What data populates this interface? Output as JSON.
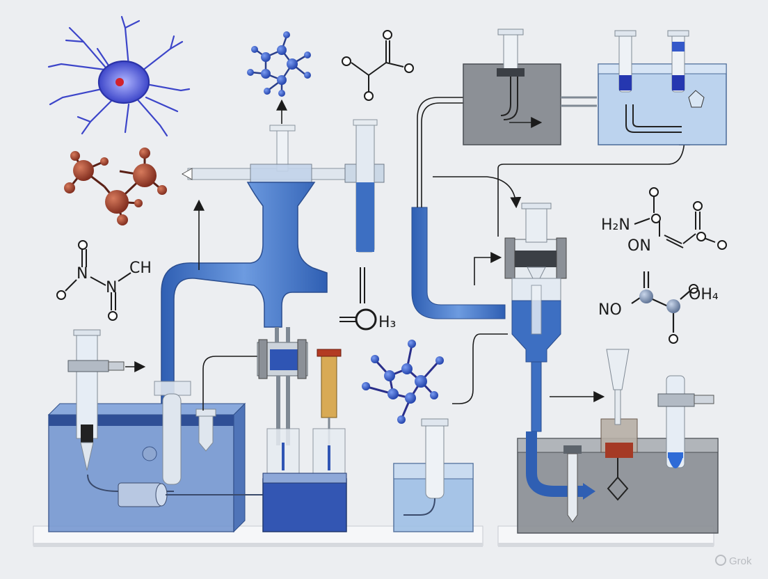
{
  "labels": {
    "formula_n2o_ch": "CH",
    "formula_n_upper": "N",
    "formula_n_lower": "N",
    "formula_ring_h3": "H₃",
    "formula_h2n": "H₂N",
    "formula_on": "ON",
    "formula_no": "NO",
    "formula_oh4": "OH₄",
    "watermark": "Grok"
  },
  "colors": {
    "background": "#eceef1",
    "liquid_blue": "#3d6fc2",
    "liquid_light": "#bcd3ee",
    "tank_gray": "#7c7f84",
    "molecule_red": "#a03d2a",
    "molecule_blue": "#2f56c9",
    "neuron_purple": "#3c45c9",
    "outline": "#2a2a2a"
  },
  "icons": [
    "neuron-icon",
    "molecule-icon",
    "syringe-icon",
    "tank-icon",
    "beaker-icon",
    "funnel-icon"
  ]
}
